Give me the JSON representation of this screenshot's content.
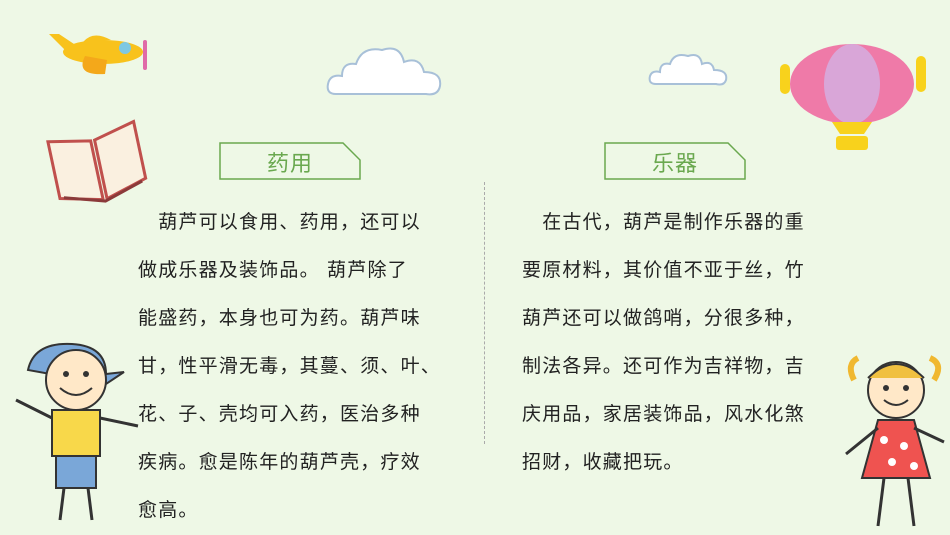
{
  "left": {
    "heading": "药用",
    "lines": [
      "　葫芦可以食用、药用，还可以",
      "做成乐器及装饰品。 葫芦除了",
      "能盛药，本身也可为药。葫芦味",
      "甘，性平滑无毒，其蔓、须、叶、",
      "花、子、壳均可入药，医治多种",
      "疾病。愈是陈年的葫芦壳，疗效",
      "愈高。"
    ]
  },
  "right": {
    "heading": "乐器",
    "lines": [
      "　在古代，葫芦是制作乐器的重",
      "要原材料，其价值不亚于丝，竹",
      "葫芦还可以做鸽哨，分很多种，",
      "制法各异。还可作为吉祥物，吉",
      "庆用品，家居装饰品，风水化煞",
      "招财，收藏把玩。"
    ]
  },
  "colors": {
    "background": "#eef8e6",
    "accent_green": "#6aa84f",
    "text": "#222222"
  },
  "decorations": [
    "airplane-icon",
    "cloud-icon",
    "cloud-icon",
    "hot-air-balloon-icon",
    "open-book-icon",
    "boy-cartoon",
    "girl-cartoon"
  ]
}
